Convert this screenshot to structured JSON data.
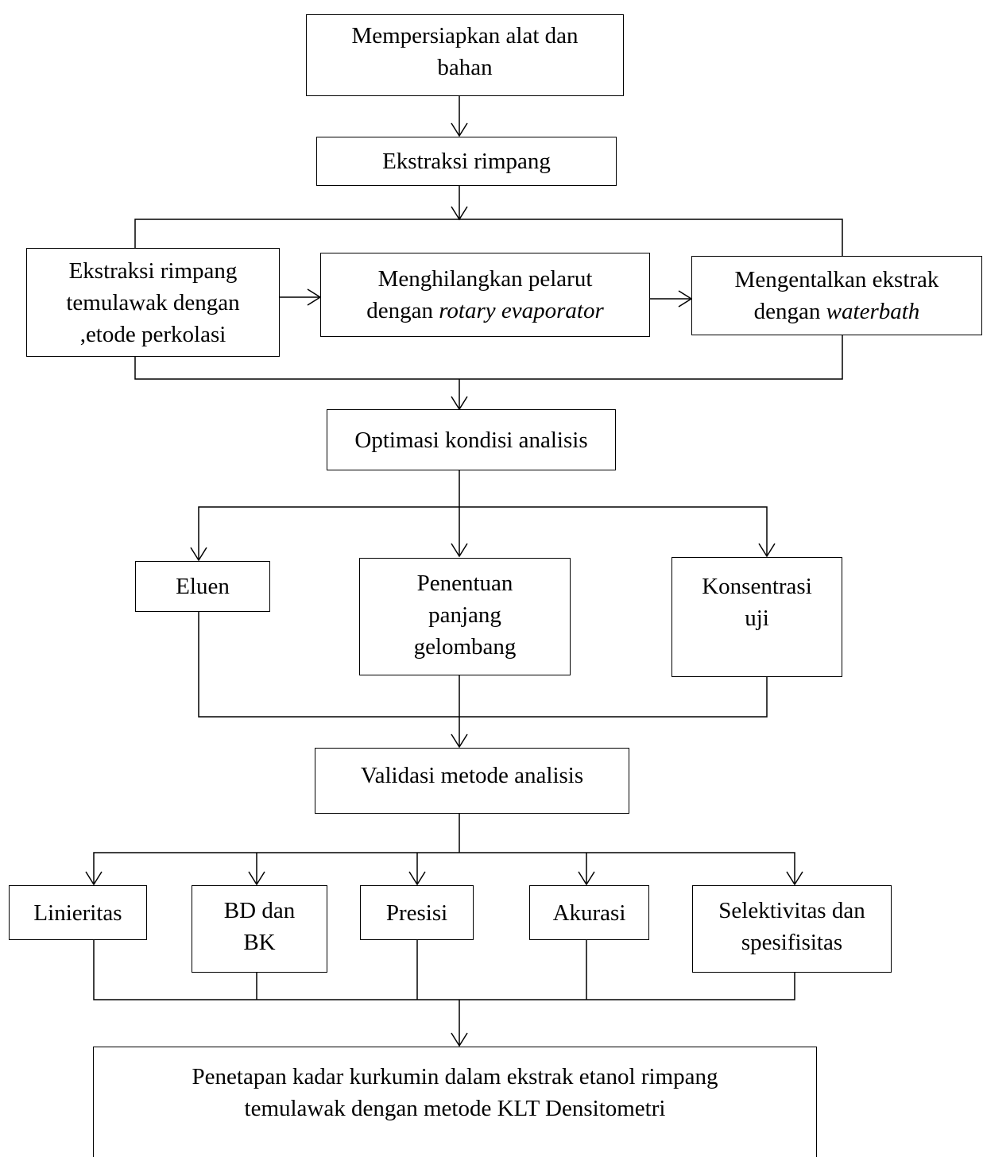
{
  "flowchart": {
    "step_prepare": [
      "Mempersiapkan alat dan",
      "bahan"
    ],
    "step_extraction": "Ekstraksi rimpang",
    "sub_percolation": [
      "Ekstraksi rimpang",
      "temulawak dengan",
      ",etode perkolasi"
    ],
    "sub_rotary": {
      "line1": "Menghilangkan pelarut",
      "line2_prefix": "dengan ",
      "line2_em": "rotary evaporator"
    },
    "sub_waterbath": {
      "line1": "Mengentalkan ekstrak",
      "line2_prefix": "dengan ",
      "line2_em": "waterbath"
    },
    "step_optimization": "Optimasi kondisi analisis",
    "opt_eluent": "Eluen",
    "opt_wavelength": [
      "Penentuan",
      "panjang",
      "gelombang"
    ],
    "opt_concentration": [
      "Konsentrasi",
      "uji"
    ],
    "step_validation": "Validasi metode analisis",
    "val_linearity": "Linieritas",
    "val_bd_bk": [
      "BD dan",
      "BK"
    ],
    "val_precision": "Presisi",
    "val_accuracy": "Akurasi",
    "val_selectivity": [
      "Selektivitas dan",
      "spesifisitas"
    ],
    "step_final": [
      "Penetapan kadar kurkumin dalam ekstrak etanol rimpang",
      "temulawak dengan metode KLT Densitometri"
    ]
  }
}
